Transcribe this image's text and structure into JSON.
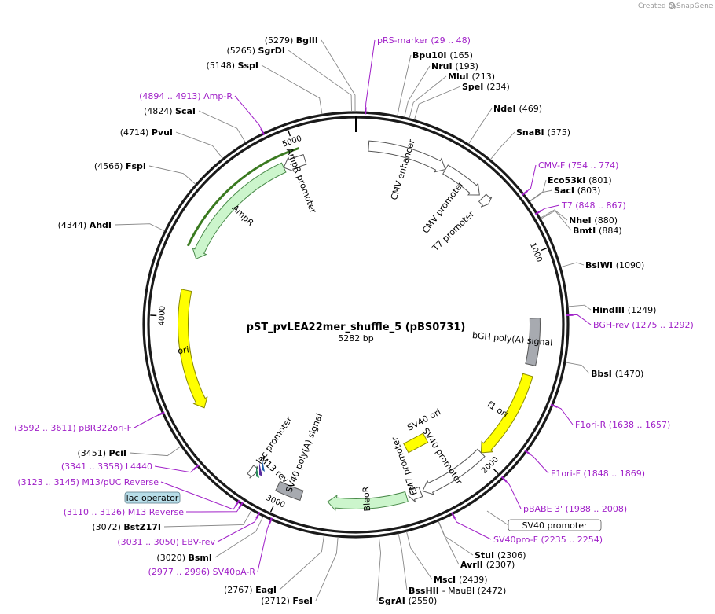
{
  "credit": {
    "text": "Created by",
    "brand": "SnapGene"
  },
  "plasmid": {
    "name": "pST_pvLEA22mer_shuffle_5 (pBS0731)",
    "size_label": "5282 bp",
    "length": 5282
  },
  "ticks": [
    {
      "pos": 1000,
      "label": "1000"
    },
    {
      "pos": 2000,
      "label": "2000"
    },
    {
      "pos": 3000,
      "label": "3000"
    },
    {
      "pos": 4000,
      "label": "4000"
    },
    {
      "pos": 5000,
      "label": "5000"
    }
  ],
  "sites": [
    {
      "name": "BglII",
      "pos": 5279,
      "pos_label": "(5279)"
    },
    {
      "name": "SgrDI",
      "pos": 5265,
      "pos_label": "(5265)"
    },
    {
      "name": "SspI",
      "pos": 5148,
      "pos_label": "(5148)"
    },
    {
      "name": "ScaI",
      "pos": 4824,
      "pos_label": "(4824)"
    },
    {
      "name": "PvuI",
      "pos": 4714,
      "pos_label": "(4714)"
    },
    {
      "name": "FspI",
      "pos": 4566,
      "pos_label": "(4566)"
    },
    {
      "name": "AhdI",
      "pos": 4344,
      "pos_label": "(4344)"
    },
    {
      "name": "Bpu10I",
      "pos": 165,
      "pos_label": "(165)"
    },
    {
      "name": "NruI",
      "pos": 193,
      "pos_label": "(193)"
    },
    {
      "name": "MluI",
      "pos": 213,
      "pos_label": "(213)"
    },
    {
      "name": "SpeI",
      "pos": 234,
      "pos_label": "(234)"
    },
    {
      "name": "NdeI",
      "pos": 469,
      "pos_label": "(469)"
    },
    {
      "name": "SnaBI",
      "pos": 575,
      "pos_label": "(575)"
    },
    {
      "name": "Eco53kI",
      "pos": 801,
      "pos_label": "(801)"
    },
    {
      "name": "SacI",
      "pos": 803,
      "pos_label": "(803)"
    },
    {
      "name": "NheI",
      "pos": 880,
      "pos_label": "(880)"
    },
    {
      "name": "BmtI",
      "pos": 884,
      "pos_label": "(884)"
    },
    {
      "name": "BsiWI",
      "pos": 1090,
      "pos_label": "(1090)"
    },
    {
      "name": "HindIII",
      "pos": 1249,
      "pos_label": "(1249)"
    },
    {
      "name": "BbsI",
      "pos": 1470,
      "pos_label": "(1470)"
    },
    {
      "name": "StuI",
      "pos": 2306,
      "pos_label": "(2306)"
    },
    {
      "name": "AvrII",
      "pos": 2307,
      "pos_label": "(2307)"
    },
    {
      "name": "MscI",
      "pos": 2439,
      "pos_label": "(2439)"
    },
    {
      "name": "BssHII",
      "pos": 2472,
      "pos_label": "- MauBI (2472)"
    },
    {
      "name": "SgrAI",
      "pos": 2550,
      "pos_label": "(2550)"
    },
    {
      "name": "FseI",
      "pos": 2712,
      "pos_label": "(2712)"
    },
    {
      "name": "EagI",
      "pos": 2767,
      "pos_label": "(2767)"
    },
    {
      "name": "BsmI",
      "pos": 3020,
      "pos_label": "(3020)"
    },
    {
      "name": "BstZ17I",
      "pos": 3072,
      "pos_label": "(3072)"
    },
    {
      "name": "PciI",
      "pos": 3451,
      "pos_label": "(3451)"
    }
  ],
  "primers": [
    {
      "name": "pRS-marker",
      "range": "(29 .. 48)",
      "pos": 38
    },
    {
      "name": "Amp-R",
      "range": "(4894 .. 4913)",
      "pos": 4903
    },
    {
      "name": "CMV-F",
      "range": "(754 .. 774)",
      "pos": 764
    },
    {
      "name": "T7",
      "range": "(848 .. 867)",
      "pos": 857
    },
    {
      "name": "BGH-rev",
      "range": "(1275 .. 1292)",
      "pos": 1283
    },
    {
      "name": "F1ori-R",
      "range": "(1638 .. 1657)",
      "pos": 1647
    },
    {
      "name": "F1ori-F",
      "range": "(1848 .. 1869)",
      "pos": 1858
    },
    {
      "name": "pBABE 3'",
      "range": "(1988 .. 2008)",
      "pos": 1998
    },
    {
      "name": "SV40pro-F",
      "range": "(2235 .. 2254)",
      "pos": 2244
    },
    {
      "name": "SV40pA-R",
      "range": "(2977 .. 2996)",
      "pos": 2986
    },
    {
      "name": "EBV-rev",
      "range": "(3031 .. 3050)",
      "pos": 3040
    },
    {
      "name": "M13 Reverse",
      "range": "(3110 .. 3126)",
      "pos": 3118
    },
    {
      "name": "M13/pUC Reverse",
      "range": "(3123 .. 3145)",
      "pos": 3134
    },
    {
      "name": "L4440",
      "range": "(3341 .. 3358)",
      "pos": 3349
    },
    {
      "name": "pBR322ori-F",
      "range": "(3592 .. 3611)",
      "pos": 3601
    }
  ],
  "features": [
    {
      "name": "CMV enhancer",
      "start": 60,
      "end": 440,
      "direction": 1,
      "color": "#ffffff",
      "stroke": "#555555"
    },
    {
      "name": "CMV promoter",
      "start": 440,
      "end": 640,
      "direction": 1,
      "color": "#ffffff",
      "stroke": "#555555"
    },
    {
      "name": "T7 promoter",
      "start": 660,
      "end": 700,
      "direction": 1,
      "color": "#ffffff",
      "stroke": "#555555"
    },
    {
      "name": "bGH poly(A) signal",
      "start": 1290,
      "end": 1510,
      "direction": 0,
      "color": "#a7aab0",
      "stroke": "#555555"
    },
    {
      "name": "f1 ori",
      "start": 1560,
      "end": 1990,
      "direction": 1,
      "color": "#ffff00",
      "stroke": "#8a8a00"
    },
    {
      "name": "SV40 promoter",
      "start": 1990,
      "end": 2320,
      "direction": 1,
      "color": "#ffffff",
      "stroke": "#555555"
    },
    {
      "name": "EM7 promoter",
      "start": 2330,
      "end": 2390,
      "direction": 1,
      "color": "#ffffff",
      "stroke": "#555555"
    },
    {
      "name": "BleoR",
      "start": 2400,
      "end": 2774,
      "direction": 1,
      "color": "#ccf5cc",
      "stroke": "#4a8a4a"
    },
    {
      "name": "SV40 poly(A) signal",
      "start": 2900,
      "end": 3020,
      "direction": 0,
      "color": "#a7aab0",
      "stroke": "#555555"
    },
    {
      "name": "lac promoter",
      "start": 3140,
      "end": 3170,
      "direction": -1,
      "color": "#ffffff",
      "stroke": "#555555"
    },
    {
      "name": "ori",
      "start": 3540,
      "end": 4130,
      "direction": -1,
      "color": "#ffff00",
      "stroke": "#8a8a00"
    },
    {
      "name": "AmpR",
      "start": 4290,
      "end": 4920,
      "direction": -1,
      "color": "#ccf5cc",
      "stroke": "#4a8a4a"
    },
    {
      "name": "AmpR promoter",
      "start": 4920,
      "end": 5030,
      "direction": -1,
      "color": "#ffffff",
      "stroke": "#555555"
    }
  ],
  "inner_labels": {
    "sv40_ori": "SV40 ori",
    "m13_rev": "M13 rev",
    "lac_operator": "lac operator",
    "sv40_promoter": "SV40 promoter"
  },
  "colors": {
    "primer": "#a020c8",
    "lac_operator_fill": "#b7dde8"
  }
}
